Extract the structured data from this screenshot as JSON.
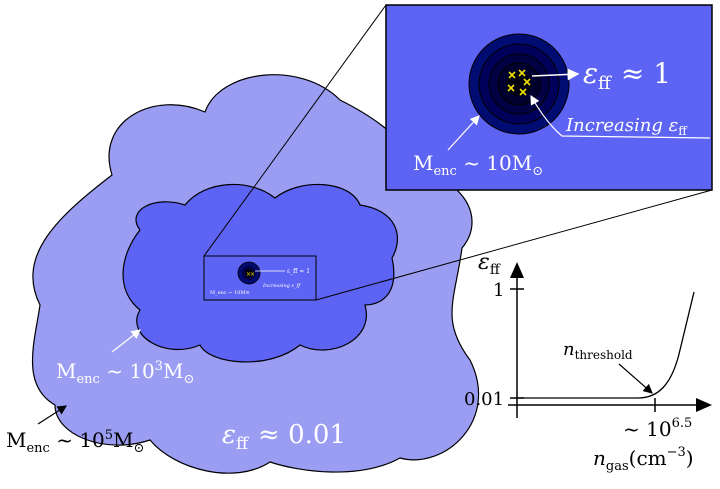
{
  "colors": {
    "outer_cloud": "#9b9df3",
    "inner_cloud": "#5d63f2",
    "zoom_box": "#5d63f2",
    "core_ring_1": "#000c72",
    "core_ring_2": "#00005a",
    "core_ring_3": "#000043",
    "core_ring_4": "#00002e",
    "core_center": "#000010",
    "stars": "#f0e000",
    "white_text": "#ffffff",
    "black_text": "#000000"
  },
  "labels": {
    "outer_mass": {
      "pre": "M",
      "sub": "enc",
      "mid": " ~ 10",
      "sup": "5",
      "post": "M",
      "sun": "⊙"
    },
    "inner_mass": {
      "pre": "M",
      "sub": "enc",
      "mid": " ~ 10",
      "sup": "3",
      "post": "M",
      "sun": "⊙"
    },
    "core_mass": {
      "pre": "M",
      "sub": "enc",
      "mid": " ~ 10M",
      "sun": "⊙"
    },
    "eff_outer": {
      "sym": "ε",
      "sub": "ff",
      "rel": "≈ 0.01"
    },
    "eff_core": {
      "sym": "ε",
      "sub": "ff",
      "rel": "≈ 1"
    },
    "increasing": {
      "text": "Increasing ",
      "sym": "ε",
      "sub": "ff"
    },
    "mini_eff": "ε_ff ≈ 1",
    "mini_increasing": "Increasing ε_ff",
    "mini_mass": "M_enc ~ 10M⊙"
  },
  "inset_plot": {
    "y_axis_label": {
      "sym": "ε",
      "sub": "ff"
    },
    "y_ticks": [
      "1",
      "0.01"
    ],
    "x_tick": {
      "pre": "~ 10",
      "sup": "6.5"
    },
    "x_axis_label": {
      "sym": "n",
      "sub": "gas",
      "unit": "(cm",
      "sup": "−3",
      "close": ")"
    },
    "threshold_label": {
      "sym": "n",
      "sub": "threshold"
    }
  }
}
